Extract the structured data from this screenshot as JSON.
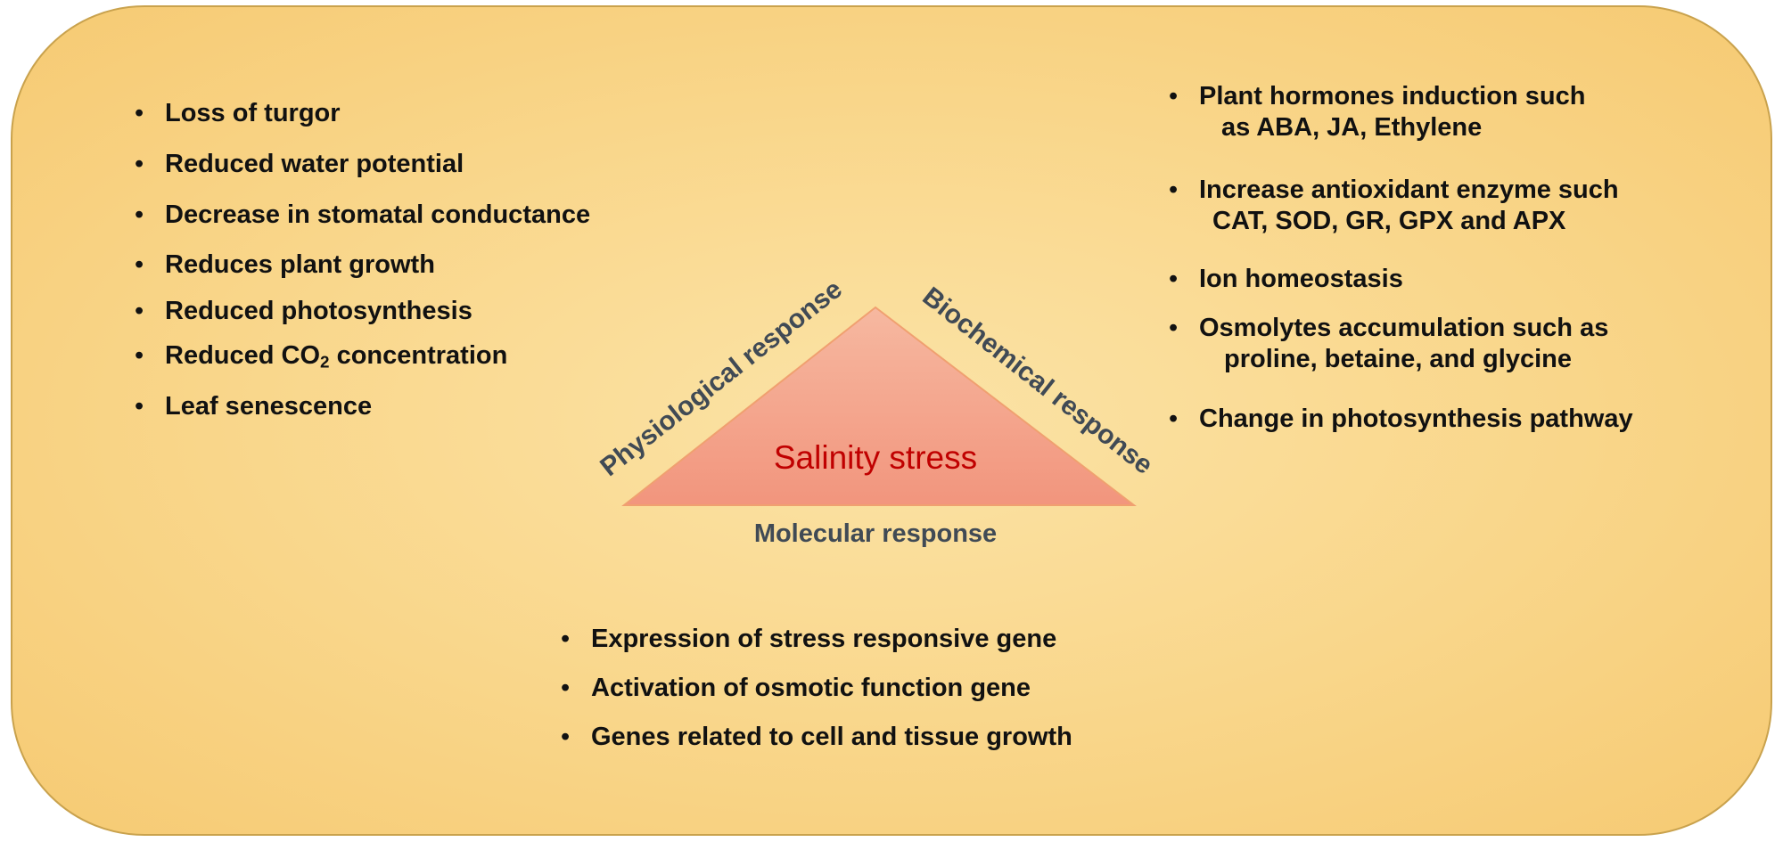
{
  "center": {
    "title": "Salinity stress",
    "left_edge": "Physiological response",
    "right_edge": "Biochemical response",
    "bottom_edge": "Molecular response"
  },
  "physiological": {
    "items": [
      "Loss of turgor",
      "Reduced water potential",
      "Decrease in stomatal conductance",
      "Reduces plant growth",
      "Reduced photosynthesis",
      {
        "pre": "Reduced CO",
        "sub": "2",
        "post": " concentration"
      },
      "Leaf senescence"
    ]
  },
  "biochemical": {
    "items": [
      {
        "line1": "Plant hormones induction such",
        "line2": "as ABA, JA, Ethylene"
      },
      {
        "line1": "Increase antioxidant enzyme such",
        "line2": "CAT, SOD, GR, GPX and APX"
      },
      {
        "line1": "Ion homeostasis"
      },
      {
        "line1": "Osmolytes accumulation such as",
        "line2": "proline, betaine, and glycine"
      },
      {
        "line1": "Change in photosynthesis  pathway"
      }
    ]
  },
  "molecular": {
    "items": [
      "Expression of stress responsive gene",
      "Activation of  osmotic function  gene",
      "Genes related to cell and tissue growth"
    ]
  },
  "colors": {
    "background_fill": "#f9d68a",
    "border": "#c9a24d",
    "triangle_fill": "#f4a08a",
    "triangle_stroke": "#f0a070",
    "center_text": "#c00000",
    "edge_text": "#404a55"
  }
}
